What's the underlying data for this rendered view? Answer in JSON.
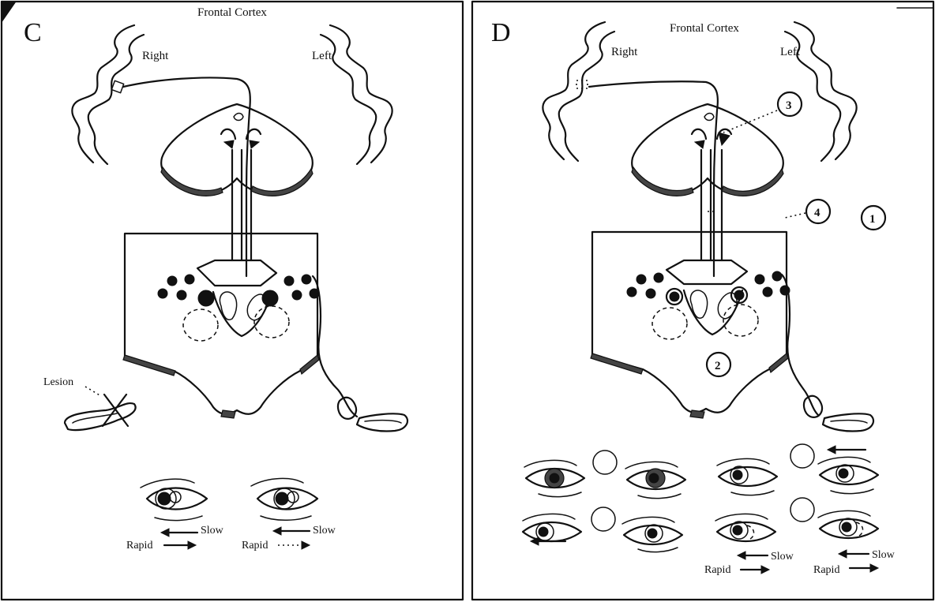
{
  "panels": [
    {
      "id": "C",
      "letter": "C",
      "frontal_cortex": "Frontal Cortex",
      "right": "Right",
      "left": "Left",
      "lesion": "Lesion",
      "slow_left": "Slow",
      "slow_right": "Slow",
      "rapid_left": "Rapid",
      "rapid_right": "Rapid"
    },
    {
      "id": "D",
      "letter": "D",
      "frontal_cortex": "Frontal Cortex",
      "right": "Right",
      "left": "Left",
      "markers": [
        "1",
        "2",
        "3",
        "4"
      ],
      "slow_left": "Slow",
      "slow_right": "Slow",
      "rapid_left": "Rapid",
      "rapid_right": "Rapid"
    }
  ]
}
